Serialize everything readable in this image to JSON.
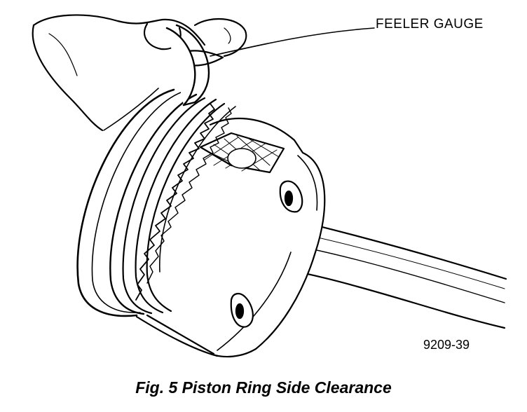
{
  "figure": {
    "callout_label": "FEELER GAUGE",
    "drawing_code": "9209-39",
    "caption": "Fig. 5 Piston Ring Side Clearance"
  }
}
